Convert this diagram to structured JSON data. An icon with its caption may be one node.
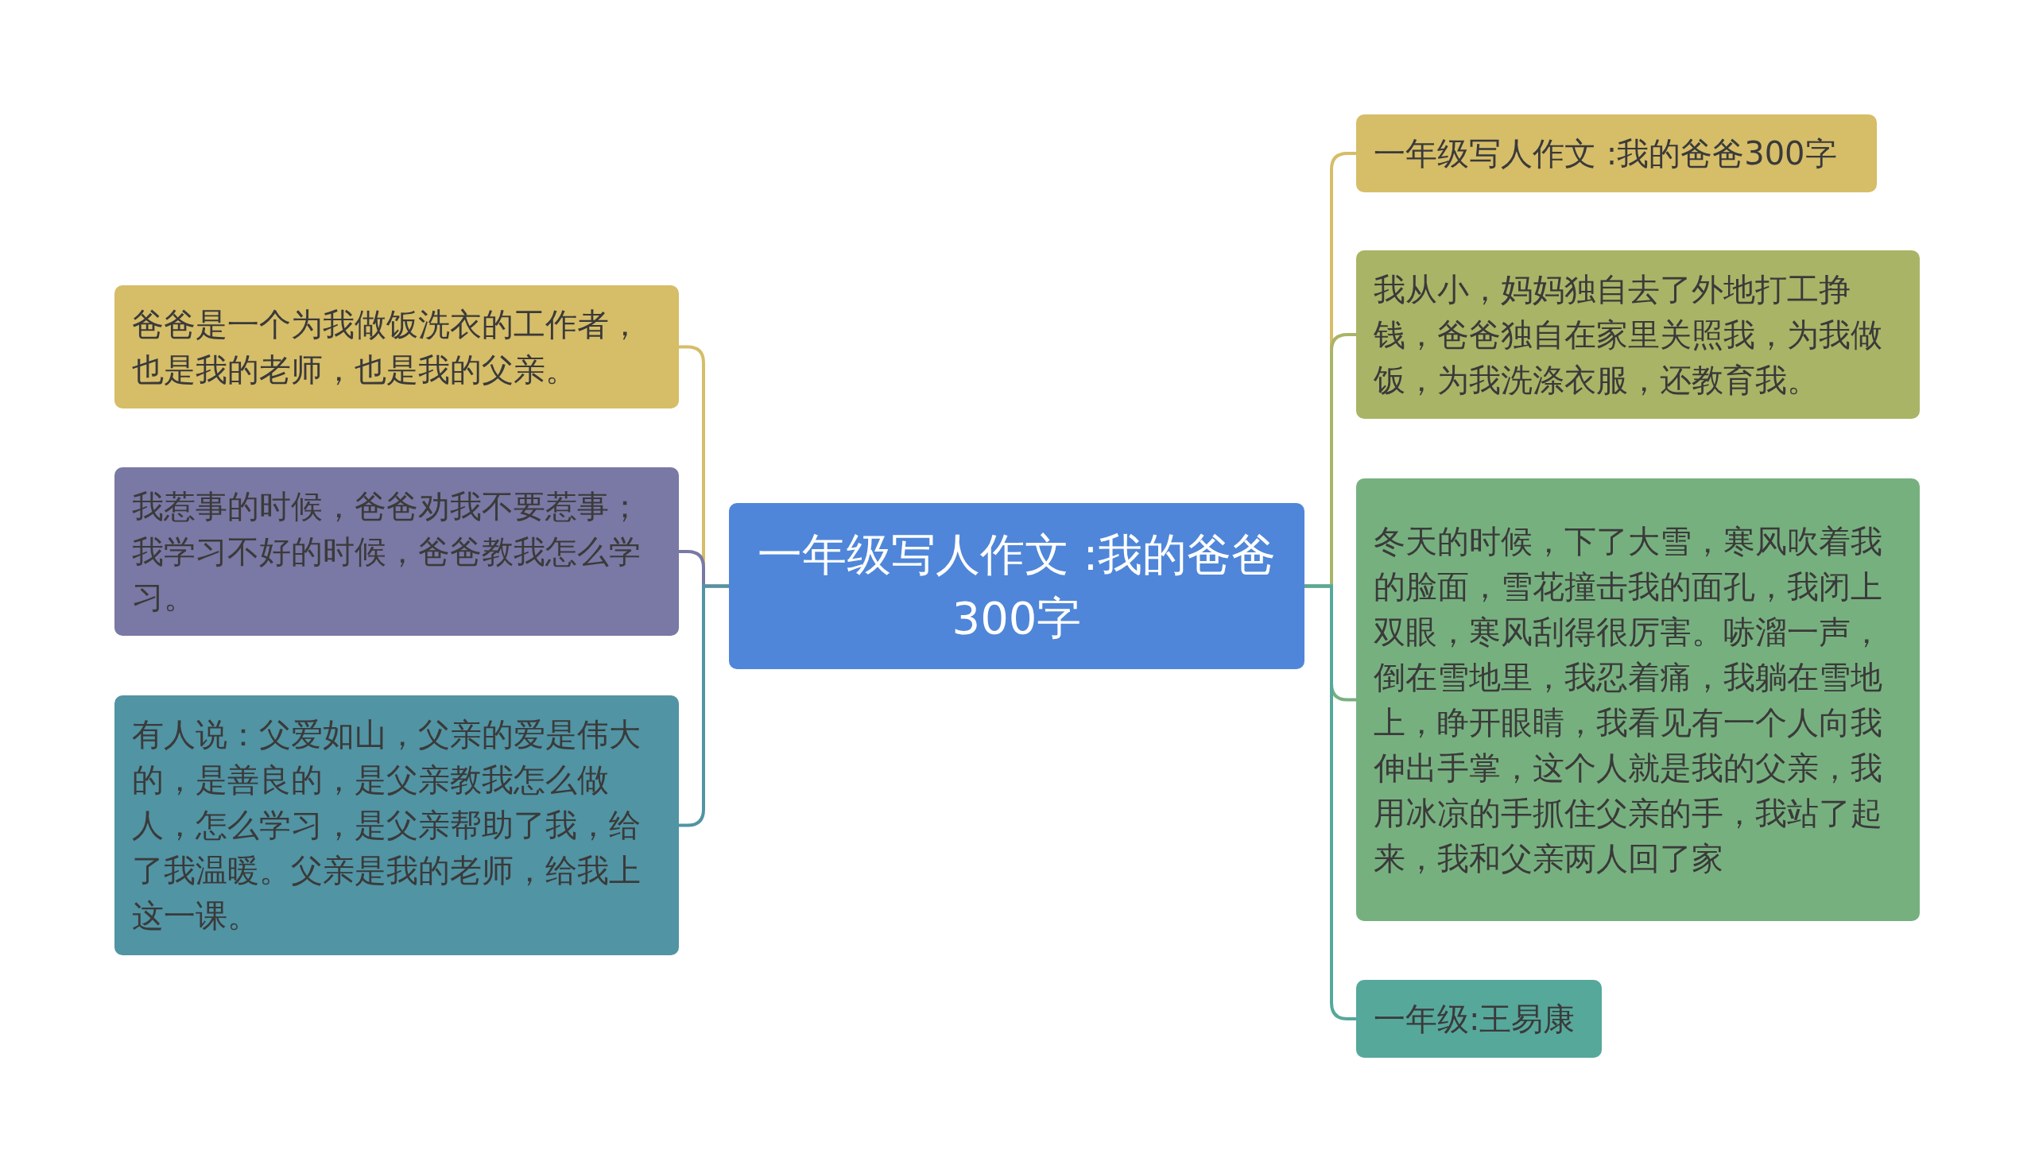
{
  "diagram": {
    "nodes": [
      {
        "text": [
          "一年级写人作文 :我的爸爸300字"
        ]
      },
      {
        "text": [
          "爸爸是一个为我做饭洗衣的工作者，也是我的老师，也是我的父亲。"
        ]
      },
      {
        "text": [
          "我惹事的时候，爸爸劝我不要惹事；我学习不好的时候，爸爸教我怎么学习。"
        ]
      },
      {
        "text": [
          "有人说：父爱如山，父亲的爱是伟大的，是善良的，是父亲教我怎么做人，怎么学习，是父亲帮助了我，给了我温暖。父亲是我的老师，给我上这一课。"
        ]
      },
      {
        "text": [
          "一年级写人作文 :我的爸爸300字"
        ]
      },
      {
        "text": [
          "我从小，妈妈独自去了外地打工挣钱，爸爸独自在家里关照我，为我做饭，为我洗涤衣服，还教育我。"
        ]
      },
      {
        "text": [
          "冬天的时候，下了大雪，寒风吹着我的脸面，雪花撞击我的面孔，我闭上双眼，寒风刮得很厉害。哧溜一声，倒在雪地里，我忍着痛，我躺在雪地上，睁开眼睛，我看见有一个人向我伸出手掌，这个人就是我的父亲，我用冰凉的手抓住父亲的手，我站了起来，我和父亲两人回了家"
        ]
      },
      {
        "text": [
          "一年级:王易康"
        ]
      }
    ],
    "edges": [
      {
        "from": 0,
        "to": 1,
        "arrow": "none",
        "color": "#d6bd68"
      },
      {
        "from": 0,
        "to": 2,
        "arrow": "none",
        "color": "#7a78a4"
      },
      {
        "from": 0,
        "to": 3,
        "arrow": "none",
        "color": "#5194a4"
      },
      {
        "from": 0,
        "to": 4,
        "arrow": "none",
        "color": "#d6bd68"
      },
      {
        "from": 0,
        "to": 5,
        "arrow": "none",
        "color": "#a9b466"
      },
      {
        "from": 0,
        "to": 6,
        "arrow": "none",
        "color": "#77b07f"
      },
      {
        "from": 0,
        "to": 7,
        "arrow": "none",
        "color": "#56a89b"
      }
    ]
  }
}
